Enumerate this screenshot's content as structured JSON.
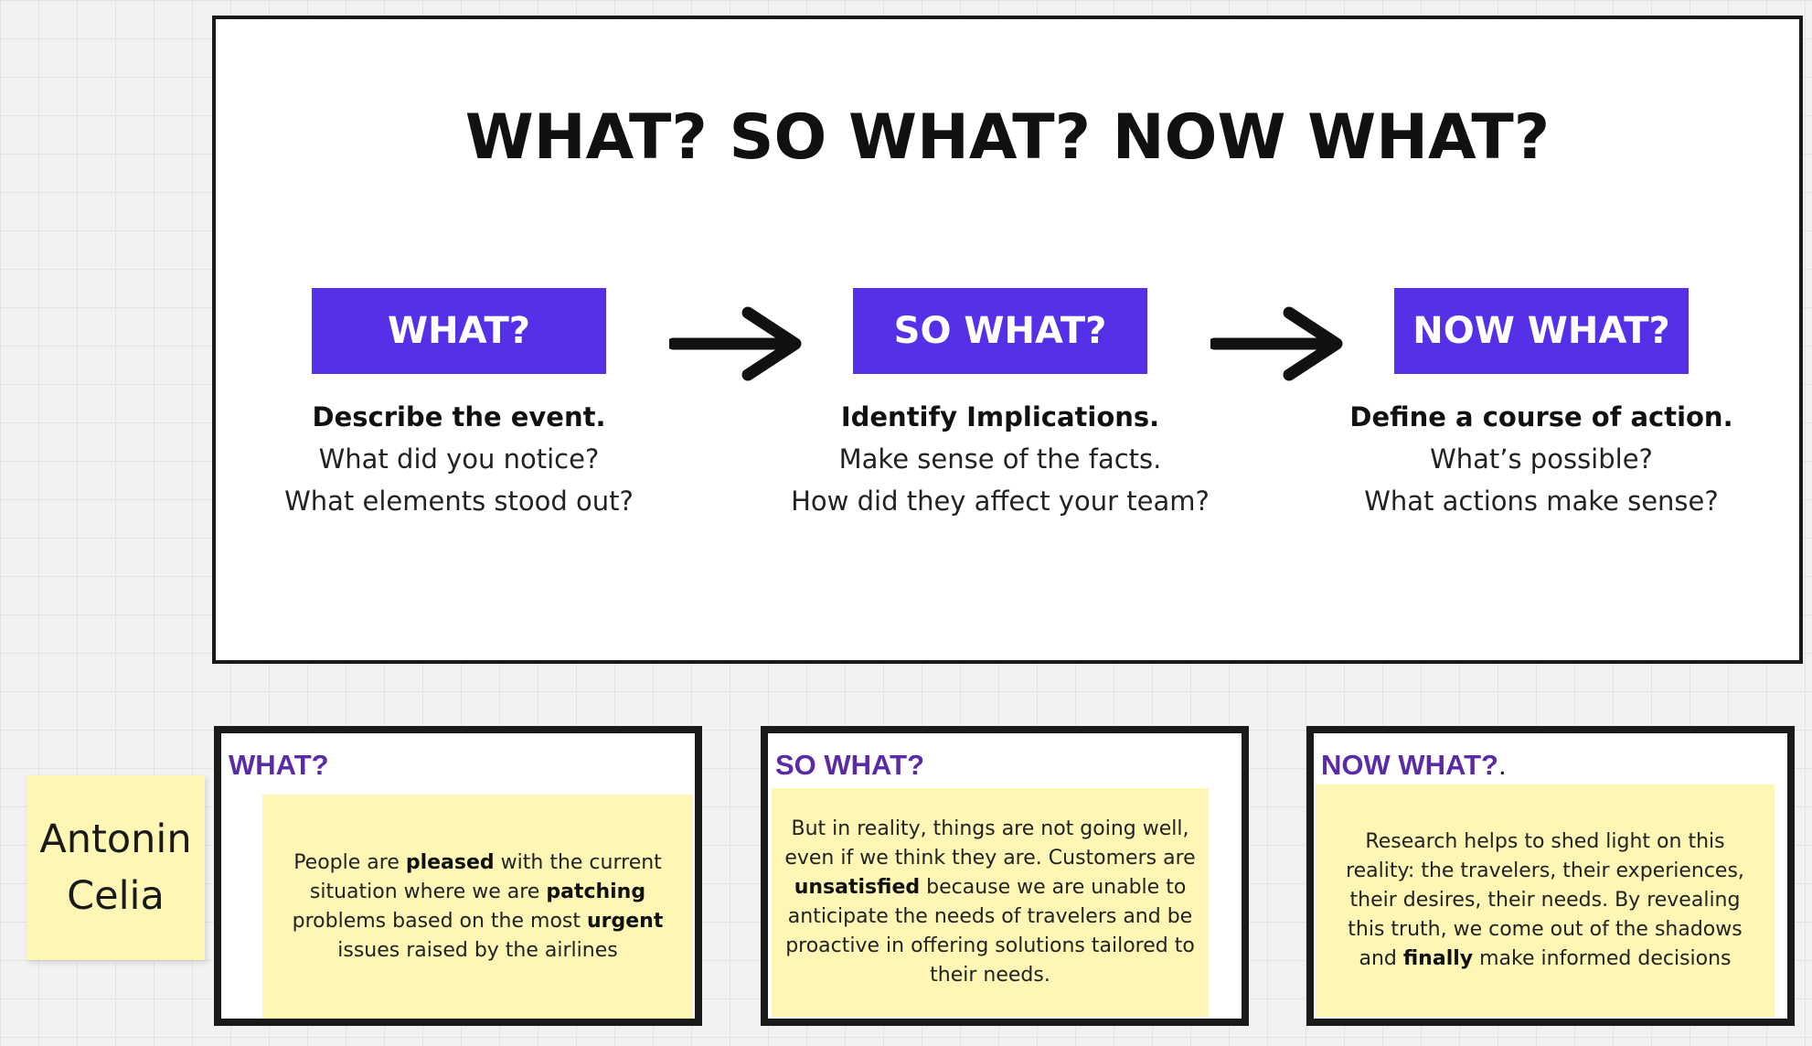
{
  "board": {
    "frame": {
      "title": "WHAT? SO WHAT? NOW WHAT?",
      "steps": [
        {
          "label": "WHAT?",
          "heading": "Describe the event.",
          "line1": "What did you notice?",
          "line2": "What elements stood out?"
        },
        {
          "label": "SO WHAT?",
          "heading": "Identify Implications.",
          "line1": "Make sense of the facts.",
          "line2": "How did they affect your team?"
        },
        {
          "label": "NOW WHAT?",
          "heading": "Define a course of action.",
          "line1": "What’s possible?",
          "line2": "What actions make sense?"
        }
      ],
      "arrow_icon": "right-arrow-icon"
    },
    "name_note": {
      "line1": "Antonin",
      "line2": "Celia"
    },
    "cards": [
      {
        "title": "WHAT?",
        "title_suffix": "",
        "note": [
          {
            "t": "People are ",
            "b": false
          },
          {
            "t": "pleased",
            "b": true
          },
          {
            "t": " with the current situation where we are ",
            "b": false
          },
          {
            "t": "patching",
            "b": true
          },
          {
            "t": " problems based on the most ",
            "b": false
          },
          {
            "t": "urgent",
            "b": true
          },
          {
            "t": " issues raised by the airlines",
            "b": false
          }
        ]
      },
      {
        "title": "SO WHAT?",
        "title_suffix": "",
        "note": [
          {
            "t": "But in reality, things are not going well, even if we think they are. Customers are ",
            "b": false
          },
          {
            "t": "unsatisfied",
            "b": true
          },
          {
            "t": " because we are unable to anticipate the needs of travelers and be proactive in offering solutions tailored to their needs.",
            "b": false
          }
        ]
      },
      {
        "title": "NOW WHAT?",
        "title_suffix": ".",
        "note": [
          {
            "t": "Research helps to shed light on this reality: the travelers, their experiences, their desires, their needs. By revealing this truth, we come out of the shadows and ",
            "b": false
          },
          {
            "t": "finally",
            "b": true
          },
          {
            "t": " make informed decisions",
            "b": false
          }
        ]
      }
    ],
    "colors": {
      "accent_purple": "#5530e8",
      "title_purple": "#5b2aa6",
      "sticky_yellow": "#fdf6b4",
      "border_black": "#1a1a1a"
    }
  }
}
